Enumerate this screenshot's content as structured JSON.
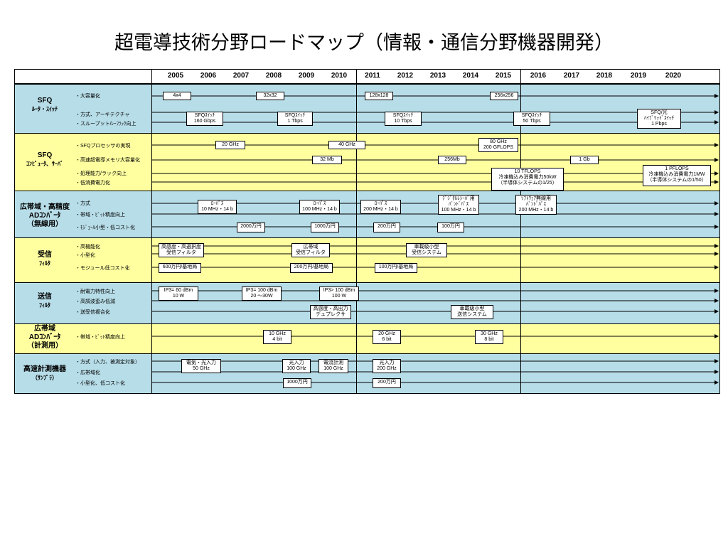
{
  "title": "超電導技術分野ロードマップ（情報・通信分野機器開発）",
  "years": [
    "2005",
    "2006",
    "2007",
    "2008",
    "2009",
    "2010",
    "2011",
    "2012",
    "2013",
    "2014",
    "2015",
    "2016",
    "2017",
    "2018",
    "2019",
    "2020"
  ],
  "categories": [
    {
      "name": "SFQ",
      "sub": "ﾙｰﾀ・ｽｲｯﾁ",
      "items": [
        "・大容量化",
        "・方式、アーキテクチャ",
        "・スループット/ﾚｰﾌﾗｯｸ向上"
      ]
    },
    {
      "name": "SFQ",
      "sub": "ｺﾝﾋﾟｭｰﾀ、ｻｰﾊﾞ",
      "items": [
        "・SFQプロセッサの実現",
        "・高速超電導メモリ大容量化",
        "・処理能力/ラック向上",
        "・低消費電力化"
      ]
    },
    {
      "name": "広帯域・高精度",
      "name2": "ADｺﾝﾊﾞｰﾀ",
      "sub": "（無線用）",
      "items": [
        "・方式",
        "・帯域・ﾋﾞｯﾄ精度向上",
        "・ﾓｼﾞｭｰﾙ小型・低コスト化"
      ]
    },
    {
      "name": "受信",
      "sub": "ﾌｨﾙﾀ",
      "items": [
        "・高機能化",
        "・小型化",
        "・モジュール低コスト化"
      ]
    },
    {
      "name": "送信",
      "sub": "ﾌｨﾙﾀ",
      "items": [
        "・耐電力特性向上",
        "・高調波歪み低減",
        "・送受信複合化"
      ]
    },
    {
      "name": "広帯域",
      "name2": "ADｺﾝﾊﾞｰﾀ",
      "sub": "（計測用）",
      "items": [
        "・帯域・ﾋﾞｯﾄ精度向上"
      ]
    },
    {
      "name": "高速計測機器",
      "sub": "（ｻﾝﾌﾟﾗ）",
      "items": [
        "・方式（入力、被測定対象）",
        "・広帯域化",
        "・小型化、低コスト化"
      ]
    }
  ],
  "boxes": {
    "b1": "4x4",
    "b2": "32x32",
    "b3": "128x128",
    "b4": "256x256",
    "b5": "SFQｽｲｯﾁ\n160 Gbps",
    "b6": "SFQｽｲｯﾁ\n1 Tbps",
    "b7": "SFQｽｲｯﾁ\n10 Tbps",
    "b8": "SFQｽｲｯﾁ\n50 Tbps",
    "b9": "SFQ/光\nﾊｲﾌﾞﾘｯﾄﾞｽｲｯﾁ\n1 Pbps",
    "b10": "20 GHz",
    "b11": "40 GHz",
    "b12": "80 GHz\n200 GFLOPS",
    "b13": "32 Mb",
    "b14": "256Mb",
    "b15": "1 Gb",
    "b16": "10 TFLOPS\n冷凍機込み消費電力50kW\n（半導体システムの1/25）",
    "b17": "1 PFLOPS\n冷凍機込み消費電力1MW\n（半導体システムの1/50）",
    "b18": "ﾛｰﾊﾟｽ\n10 MHz・14 b",
    "b19": "ﾛｰﾊﾟｽ\n100 MHz・14 b",
    "b20": "ﾛｰﾊﾟｽ\n200 MHz・14 b",
    "b21": "ﾃﾞｼﾞﾀﾙﾚｼｰﾊﾞ用\nﾊﾞﾝﾄﾞﾊﾟｽ\n100 MHz・14 b",
    "b22": "ｿﾌﾄｳｪｱ無線用\nﾊﾞﾝﾄﾞﾊﾟｽ\n200 MHz・14 b",
    "b23": "2000万円",
    "b24": "1000万円",
    "b25": "200万円",
    "b26": "100万円",
    "b27": "高感度・高選択度\n受信フィルタ",
    "b28": "広帯域\n受信フィルタ",
    "b29": "車載級小型\n受信システム",
    "b30": "600万円/基地局",
    "b31": "200万円/基地局",
    "b32": "100万円/基地局",
    "b33": "IP3= 60 dBm\n10 W",
    "b34": "IP3= 100 dBm\n20 ～30W",
    "b35": "IP3> 100 dBm\n100 W",
    "b36": "高感度・高出力\nデュプレクサ",
    "b37": "車載級小型\n送信システム",
    "b38": "10 GHz\n4 bit",
    "b39": "20 GHz\n6 bit",
    "b40": "30 GHz\n8 bit",
    "b41": "電気・光入力\n50 GHz",
    "b42": "光入力\n100 GHz",
    "b43": "電流計測\n100 GHz",
    "b44": "光入力\n200 GHz",
    "b45": "1000万円",
    "b46": "200万円"
  }
}
